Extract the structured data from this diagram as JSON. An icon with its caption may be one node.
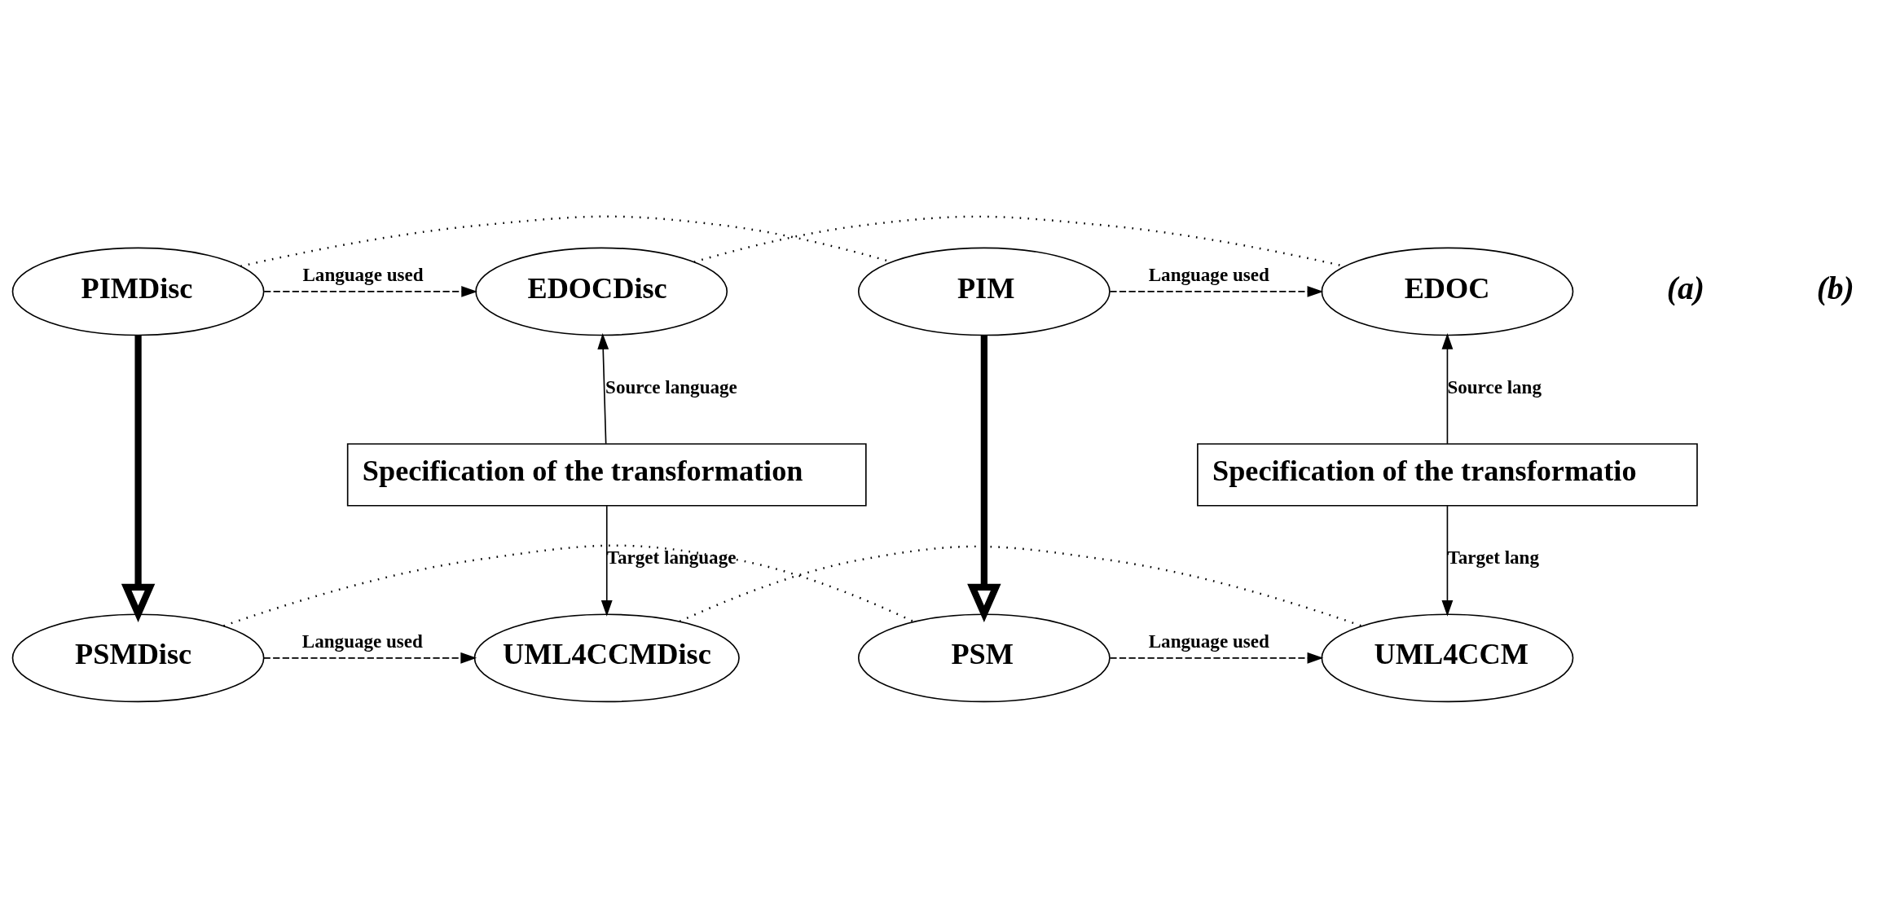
{
  "diagram": {
    "nodes": [
      {
        "text": [
          "PIMDisc"
        ]
      },
      {
        "text": [
          "EDOCDisc"
        ]
      },
      {
        "text": [
          "Specification of the transformation"
        ]
      },
      {
        "text": [
          "PSMDisc"
        ]
      },
      {
        "text": [
          "UML4CCMDisc"
        ]
      },
      {
        "text": [
          "PIM"
        ]
      },
      {
        "text": [
          "EDOC"
        ]
      },
      {
        "text": [
          "Specification of the transformatio"
        ]
      },
      {
        "text": [
          "PSM"
        ]
      },
      {
        "text": [
          "UML4CCM"
        ]
      }
    ],
    "edges": [
      {
        "from": 0,
        "to": 1,
        "arrow": "to",
        "label": "Language used",
        "style": "dashed"
      },
      {
        "from": 2,
        "to": 1,
        "arrow": "to",
        "label": "Source language"
      },
      {
        "from": 2,
        "to": 4,
        "arrow": "to",
        "label": "Target language"
      },
      {
        "from": 3,
        "to": 4,
        "arrow": "to",
        "label": "Language used",
        "style": "dashed"
      },
      {
        "from": 0,
        "to": 3,
        "arrow": "to",
        "style": "thick"
      },
      {
        "from": 5,
        "to": 6,
        "arrow": "to",
        "label": "Language used",
        "style": "dashed"
      },
      {
        "from": 7,
        "to": 6,
        "arrow": "to",
        "label": "Source lang"
      },
      {
        "from": 7,
        "to": 9,
        "arrow": "to",
        "label": "Target lang"
      },
      {
        "from": 8,
        "to": 9,
        "arrow": "to",
        "label": "Language used",
        "style": "dashed"
      },
      {
        "from": 5,
        "to": 8,
        "arrow": "to",
        "style": "thick"
      },
      {
        "from": 0,
        "to": 5,
        "arrow": "none",
        "style": "dashed"
      },
      {
        "from": 1,
        "to": 6,
        "arrow": "none",
        "style": "dashed"
      },
      {
        "from": 3,
        "to": 8,
        "arrow": "none",
        "style": "dashed"
      },
      {
        "from": 4,
        "to": 9,
        "arrow": "none",
        "style": "dashed"
      }
    ],
    "labels": [
      "(a)",
      "(b)"
    ]
  }
}
